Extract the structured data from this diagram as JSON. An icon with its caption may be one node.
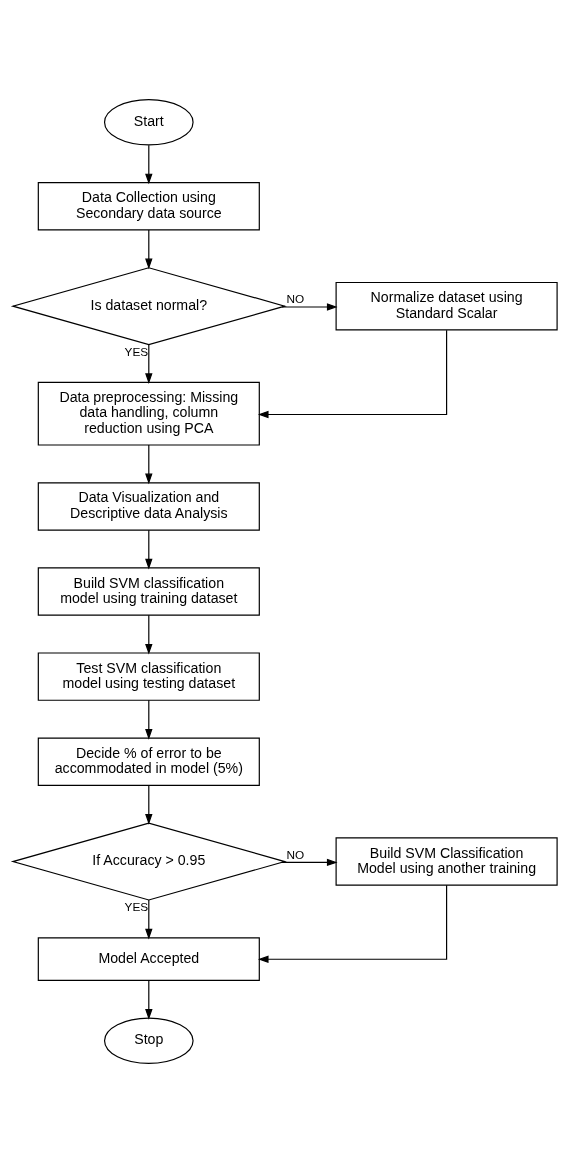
{
  "diagram": {
    "nodes": [
      {
        "text": [
          "Start"
        ]
      },
      {
        "text": [
          "Data Collection using Secondary data source"
        ]
      },
      {
        "text": [
          "Is dataset normal?"
        ]
      },
      {
        "text": [
          "Normalize dataset using Standard Scalar"
        ]
      },
      {
        "text": [
          "Data preprocessing: Missing data handling, column reduction using PCA"
        ]
      },
      {
        "text": [
          "Data Visualization and Descriptive data Analysis"
        ]
      },
      {
        "text": [
          "Build SVM classification model using training dataset"
        ]
      },
      {
        "text": [
          "Test SVM classification model using testing dataset"
        ]
      },
      {
        "text": [
          "Decide % of error to be accommodated in model (5%)"
        ]
      },
      {
        "text": [
          "If Accuracy > 0.95"
        ]
      },
      {
        "text": [
          "Build SVM Classification Model using another training"
        ]
      },
      {
        "text": [
          "Model Accepted"
        ]
      },
      {
        "text": [
          "Stop"
        ]
      }
    ],
    "edges": [
      {
        "from": 0,
        "to": 1,
        "arrow": "to"
      },
      {
        "from": 1,
        "to": 2,
        "arrow": "to"
      },
      {
        "from": 2,
        "to": 3,
        "arrow": "to",
        "label": "NO"
      },
      {
        "from": 3,
        "to": 4,
        "arrow": "to"
      },
      {
        "from": 2,
        "to": 4,
        "arrow": "to",
        "label": "YES"
      },
      {
        "from": 4,
        "to": 5,
        "arrow": "to"
      },
      {
        "from": 5,
        "to": 6,
        "arrow": "to"
      },
      {
        "from": 6,
        "to": 7,
        "arrow": "to"
      },
      {
        "from": 7,
        "to": 8,
        "arrow": "to"
      },
      {
        "from": 8,
        "to": 9,
        "arrow": "to"
      },
      {
        "from": 9,
        "to": 10,
        "arrow": "to",
        "label": "NO"
      },
      {
        "from": 10,
        "to": 11,
        "arrow": "to"
      },
      {
        "from": 9,
        "to": 11,
        "arrow": "to",
        "label": "YES"
      },
      {
        "from": 11,
        "to": 12,
        "arrow": "to"
      }
    ]
  }
}
